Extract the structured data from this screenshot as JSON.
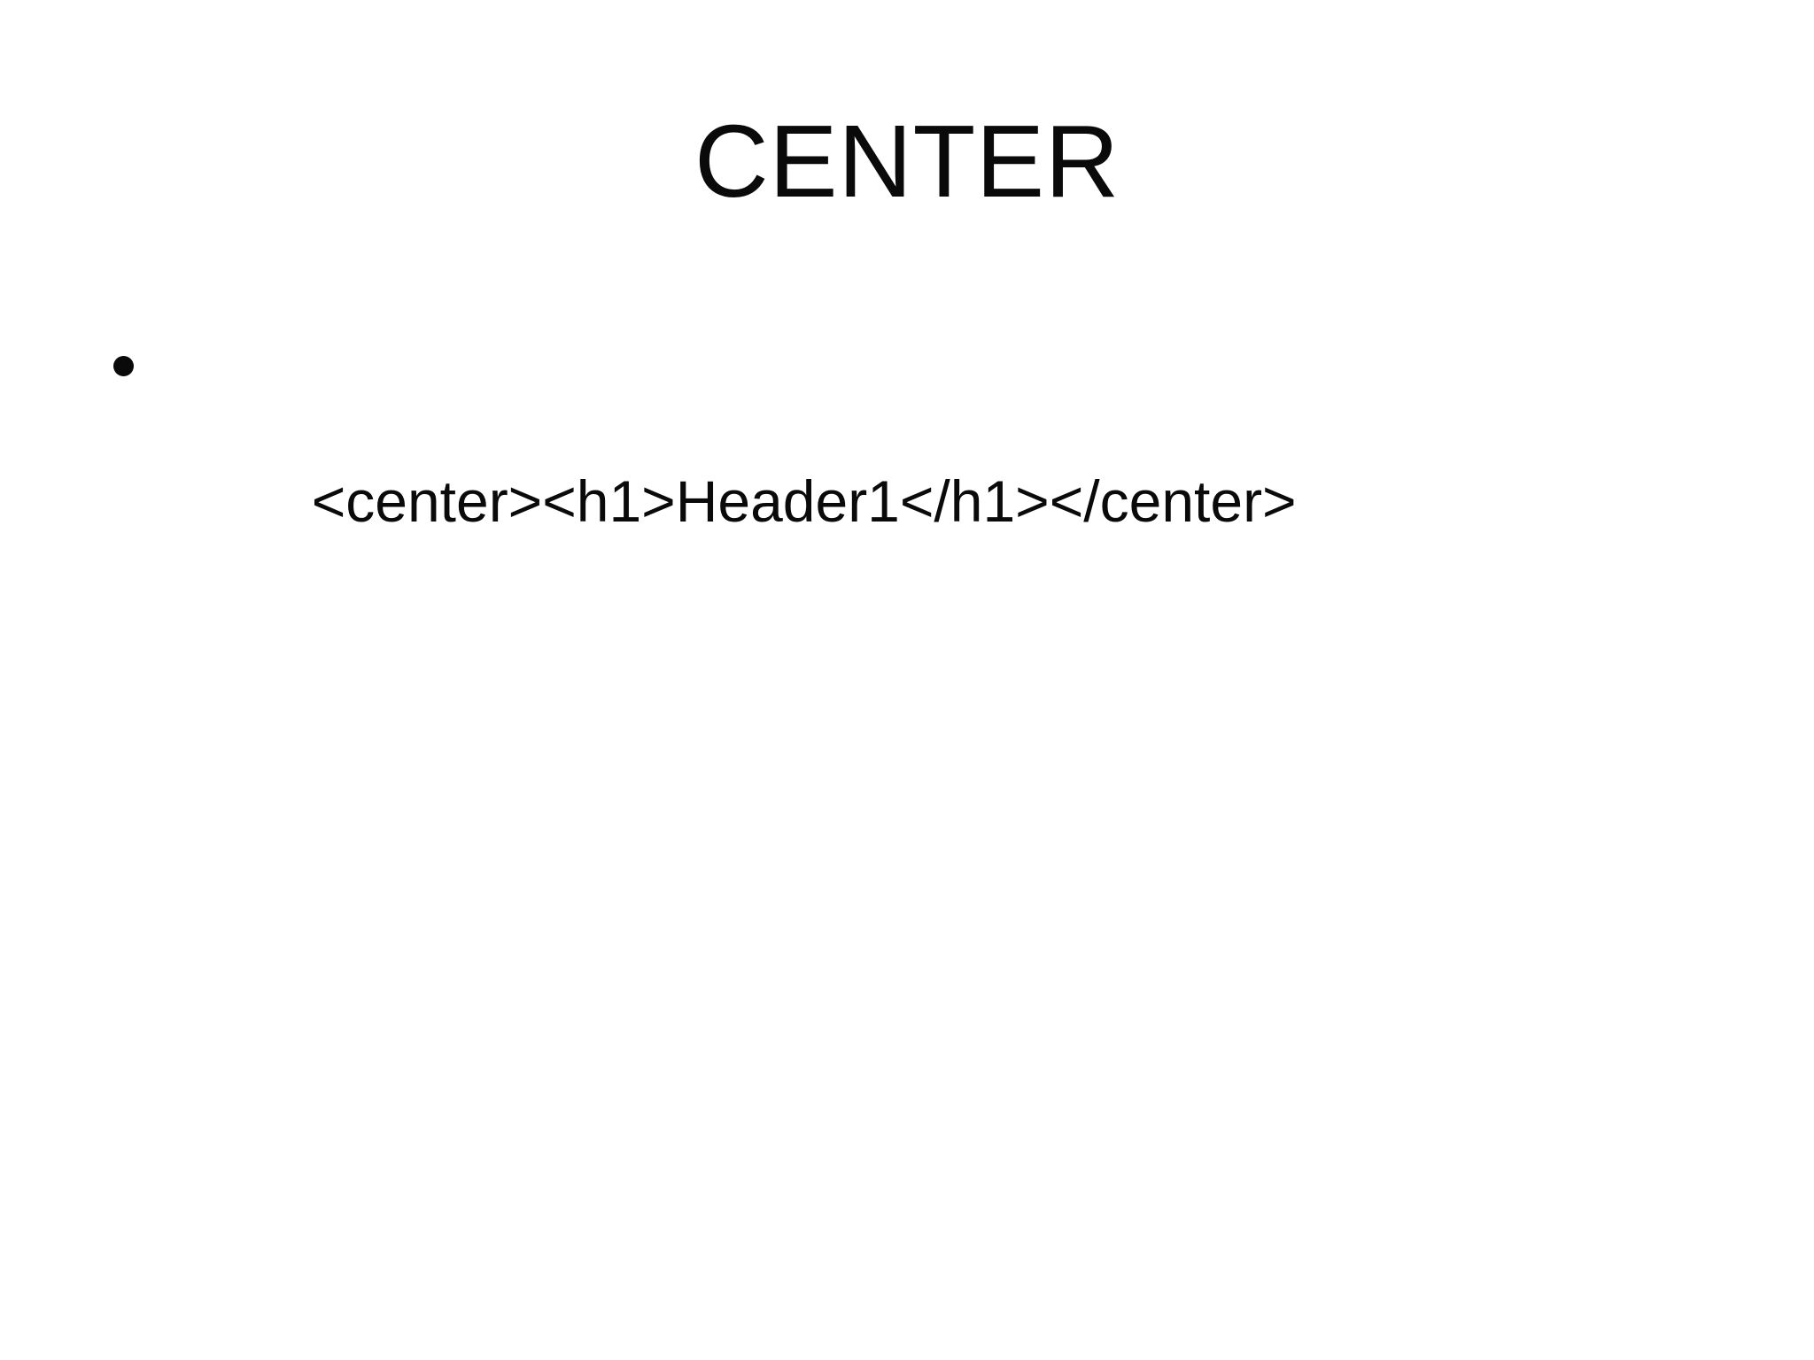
{
  "slide": {
    "title": "CENTER",
    "background_color": "#ffffff",
    "text_color": "#0a0a0a",
    "bullets": [
      {
        "marker": "bullet-dot",
        "text": "<center><h1>Header1</h1></center>"
      }
    ]
  }
}
